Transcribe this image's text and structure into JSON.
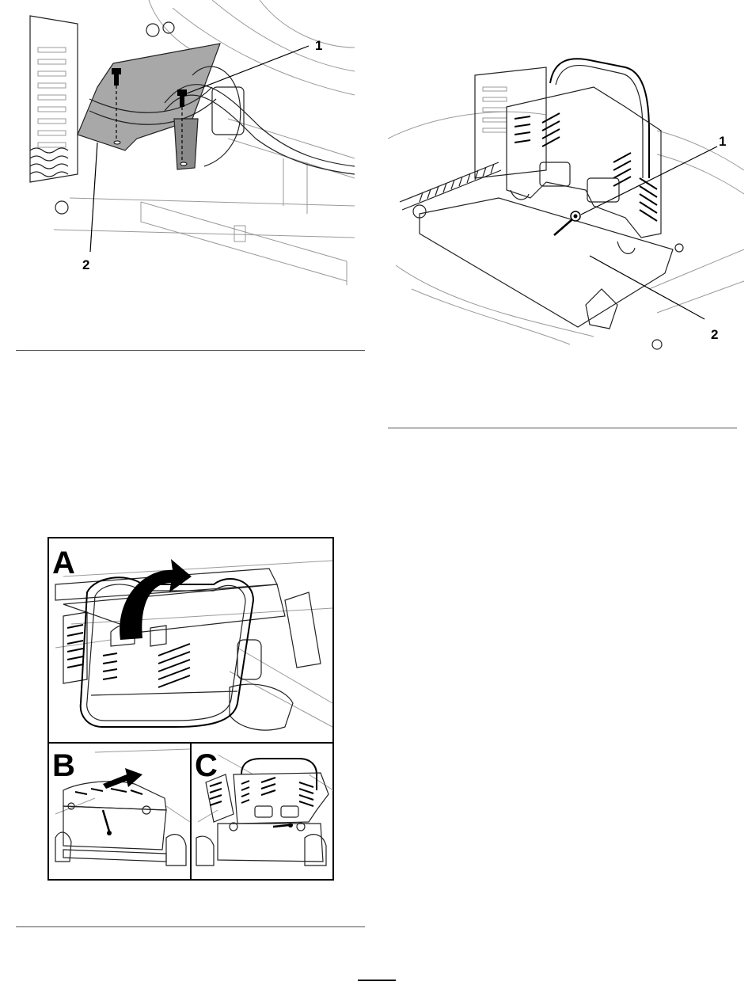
{
  "figure_left": {
    "callouts": [
      {
        "label": "1"
      },
      {
        "label": "2"
      }
    ]
  },
  "figure_right": {
    "callouts": [
      {
        "label": "1"
      },
      {
        "label": "2"
      }
    ]
  },
  "figure_steps": {
    "panels": [
      {
        "letter": "A"
      },
      {
        "letter": "B"
      },
      {
        "letter": "C"
      }
    ]
  },
  "colors": {
    "rule": "#555555",
    "shaded_part": "#a8a8a8",
    "line_art": "#222222"
  }
}
